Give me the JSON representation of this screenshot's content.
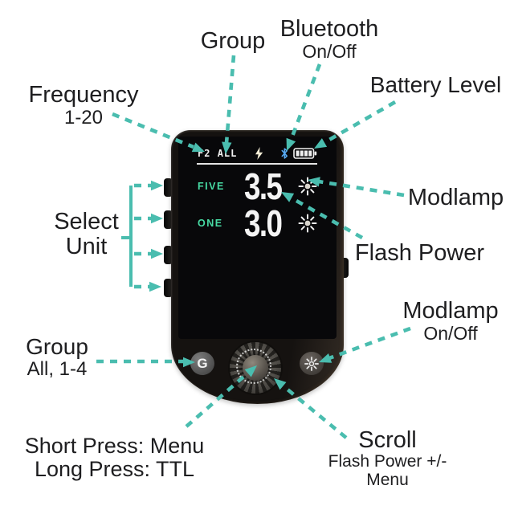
{
  "colors": {
    "arrow_teal": "#4ABDAF",
    "label_text": "#1E1E20",
    "screen_green": "#47DBA4",
    "bluetooth_blue": "#57A9F2",
    "screen_white": "#F2F2F2",
    "device_body": "#151210"
  },
  "annotations": {
    "group_top": {
      "title": "Group"
    },
    "bluetooth": {
      "title": "Bluetooth",
      "subtitle": "On/Off"
    },
    "frequency": {
      "title": "Frequency",
      "subtitle": "1-20"
    },
    "battery": {
      "title": "Battery Level"
    },
    "select_unit": {
      "title": "Select",
      "subtitle": "Unit"
    },
    "modlamp_screen": {
      "title": "Modlamp"
    },
    "flash_power": {
      "title": "Flash Power"
    },
    "modlamp_button": {
      "title": "Modlamp",
      "subtitle": "On/Off"
    },
    "group_button": {
      "title": "Group",
      "subtitle": "All, 1-4"
    },
    "menu_press": {
      "line1": "Short Press: Menu",
      "line2": "Long Press: TTL"
    },
    "scroll": {
      "title": "Scroll",
      "subtitle1": "Flash Power +/-",
      "subtitle2": "Menu"
    }
  },
  "device": {
    "screen": {
      "status": {
        "frequency": "F2",
        "group": "ALL"
      },
      "rows": [
        {
          "unit": "FIVE",
          "power": "3.5"
        },
        {
          "unit": "ONE",
          "power": "3.0"
        }
      ]
    },
    "buttons": {
      "group_label": "G"
    },
    "icons": {
      "flash": "flash-bolt-icon",
      "bluetooth": "bluetooth-icon",
      "battery": "battery-level-icon",
      "modlamp": "modlamp-sun-icon"
    }
  }
}
